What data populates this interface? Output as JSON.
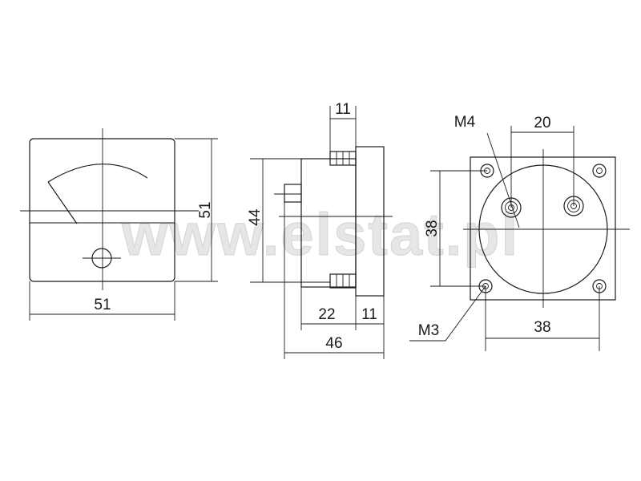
{
  "watermark": "www.elstat.pl",
  "front_view": {
    "width_label": "51",
    "height_label": "51"
  },
  "side_view": {
    "terminal_width_label": "11",
    "height_label": "44",
    "body_depth_label": "22",
    "rear_depth_label": "11",
    "total_depth_label": "46"
  },
  "rear_view": {
    "terminal_spacing_label": "20",
    "terminal_thread_label": "M4",
    "hole_spacing_vertical_label": "38",
    "hole_spacing_horizontal_label": "38",
    "mount_thread_label": "M3"
  }
}
